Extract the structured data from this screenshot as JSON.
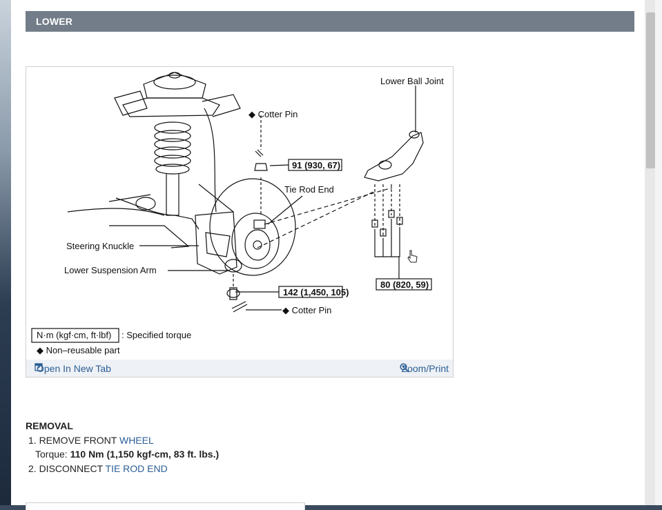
{
  "section": {
    "title": "LOWER"
  },
  "figure": {
    "labels": {
      "lower_ball_joint": "Lower Ball Joint",
      "cotter_pin_top": "◆ Cotter Pin",
      "torque_nut_top": "91 (930, 67)",
      "tie_rod_end": "Tie Rod End",
      "steering_knuckle": "Steering Knuckle",
      "lower_suspension_arm": "Lower Suspension Arm",
      "torque_nut_bottom": "142 (1,450, 105)",
      "torque_bolts": "80 (820, 59)",
      "cotter_pin_bottom": "◆ Cotter Pin",
      "legend_unit": "N·m (kgf·cm, ft·lbf)",
      "legend_unit_desc": ": Specified torque",
      "legend_nonreusable": "◆ Non–reusable part"
    },
    "open_new_tab": "Open In New Tab",
    "zoom_print": "Zoom/Print"
  },
  "removal": {
    "heading": "REMOVAL",
    "step1_prefix": "1. REMOVE FRONT ",
    "step1_link": "WHEEL",
    "torque_label": "Torque: ",
    "torque_value": "110 Nm (1,150 kgf-cm, 83 ft. lbs.)",
    "step2_prefix": "2. DISCONNECT ",
    "step2_link": "TIE ROD END"
  },
  "colors": {
    "header": "#737d89",
    "link": "#2b5e96",
    "footer_bg": "#eef1f5"
  }
}
